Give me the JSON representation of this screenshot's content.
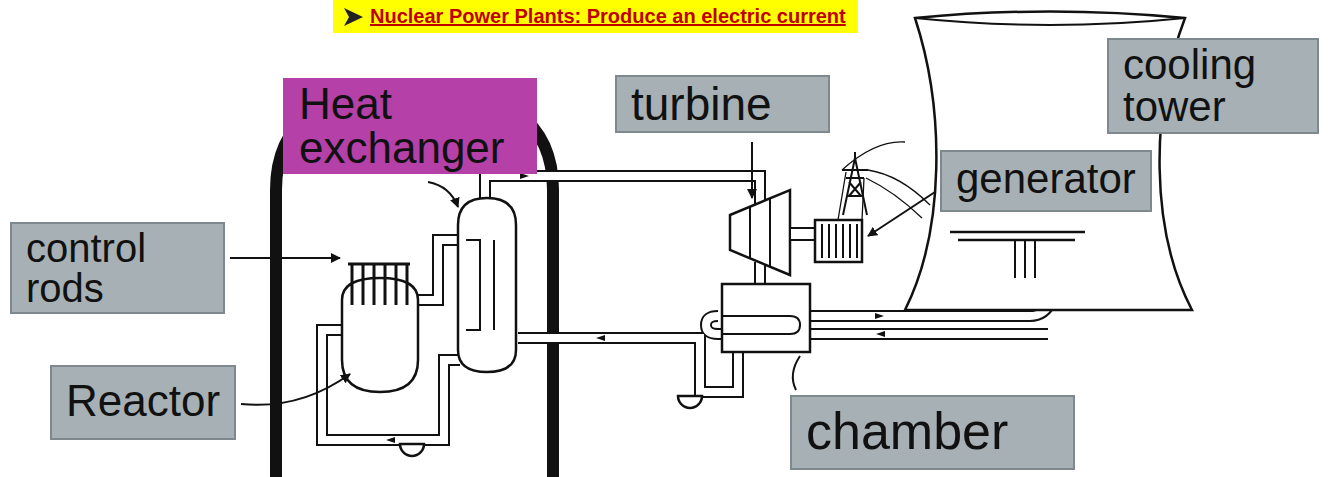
{
  "diagram": {
    "title": "Nuclear Power Plants: Produce an electric current",
    "nodes": [
      {
        "text": [
          "Heat exchanger"
        ]
      },
      {
        "text": [
          "turbine"
        ]
      },
      {
        "text": [
          "cooling tower"
        ]
      },
      {
        "text": [
          "generator"
        ]
      },
      {
        "text": [
          "control rods"
        ]
      },
      {
        "text": [
          "Reactor"
        ]
      },
      {
        "text": [
          "chamber"
        ]
      }
    ]
  }
}
